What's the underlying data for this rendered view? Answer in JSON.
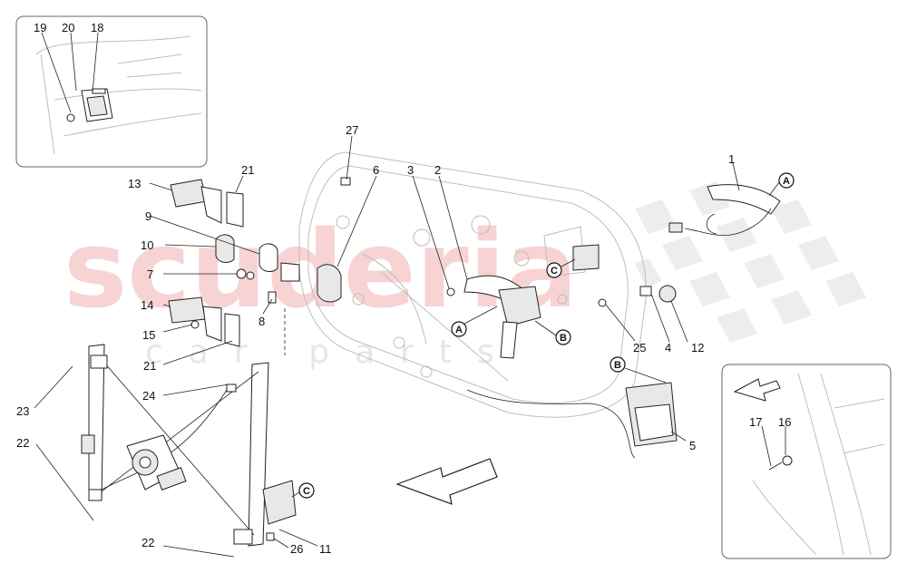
{
  "watermark": {
    "brand": "scuderia",
    "subtitle": "car parts"
  },
  "callouts": [
    "1",
    "2",
    "3",
    "4",
    "5",
    "6",
    "7",
    "8",
    "9",
    "10",
    "11",
    "12",
    "13",
    "14",
    "15",
    "16",
    "17",
    "18",
    "19",
    "20",
    "21",
    "21",
    "22",
    "22",
    "23",
    "24",
    "25",
    "26",
    "27"
  ],
  "references": [
    "A",
    "A",
    "B",
    "B",
    "C",
    "C"
  ]
}
